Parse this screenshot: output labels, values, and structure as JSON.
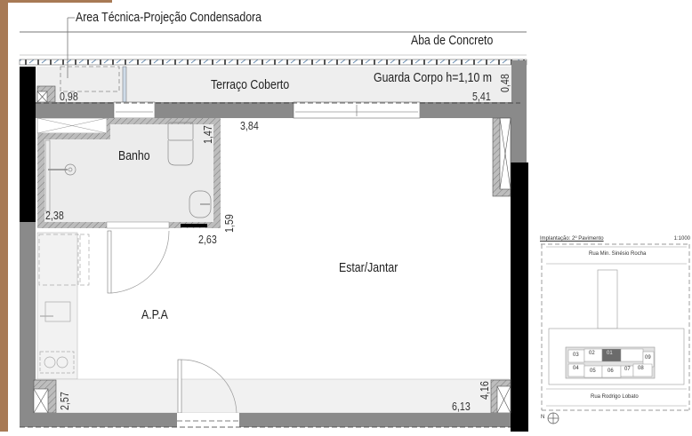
{
  "plan": {
    "annotations": {
      "tech_area": "Area Técnica-Projeção Condensadora",
      "concrete_slab": "Aba de Concreto",
      "guardrail": "Guarda Corpo h=1,10 m"
    },
    "rooms": {
      "terrace": "Terraço Coberto",
      "bathroom": "Banho",
      "living_dining": "Estar/Jantar",
      "apa": "A.P.A"
    },
    "dimensions": {
      "d098": "0,98",
      "d541": "5,41",
      "d048": "0,48",
      "d384": "3,84",
      "d147": "1,47",
      "d238": "2,38",
      "d159": "1,59",
      "d263": "2,63",
      "d257": "2,57",
      "d416": "4,16",
      "d613": "6,13"
    },
    "colors": {
      "wall": "#8a8a8a",
      "wall_dark": "#000000",
      "floor_wet": "#ececec",
      "accent_brown": "#a87a55"
    }
  },
  "keyplan": {
    "title": "Implantação: 2º Pavimento",
    "scale": "1:1000",
    "street_top": "Rua Min. Sinésio Rocha",
    "street_bottom": "Rua Rodrigo Lobato",
    "north_label": "N",
    "units": [
      "01",
      "02",
      "03",
      "04",
      "05",
      "06",
      "07",
      "08",
      "09"
    ],
    "highlighted_unit": "01"
  }
}
